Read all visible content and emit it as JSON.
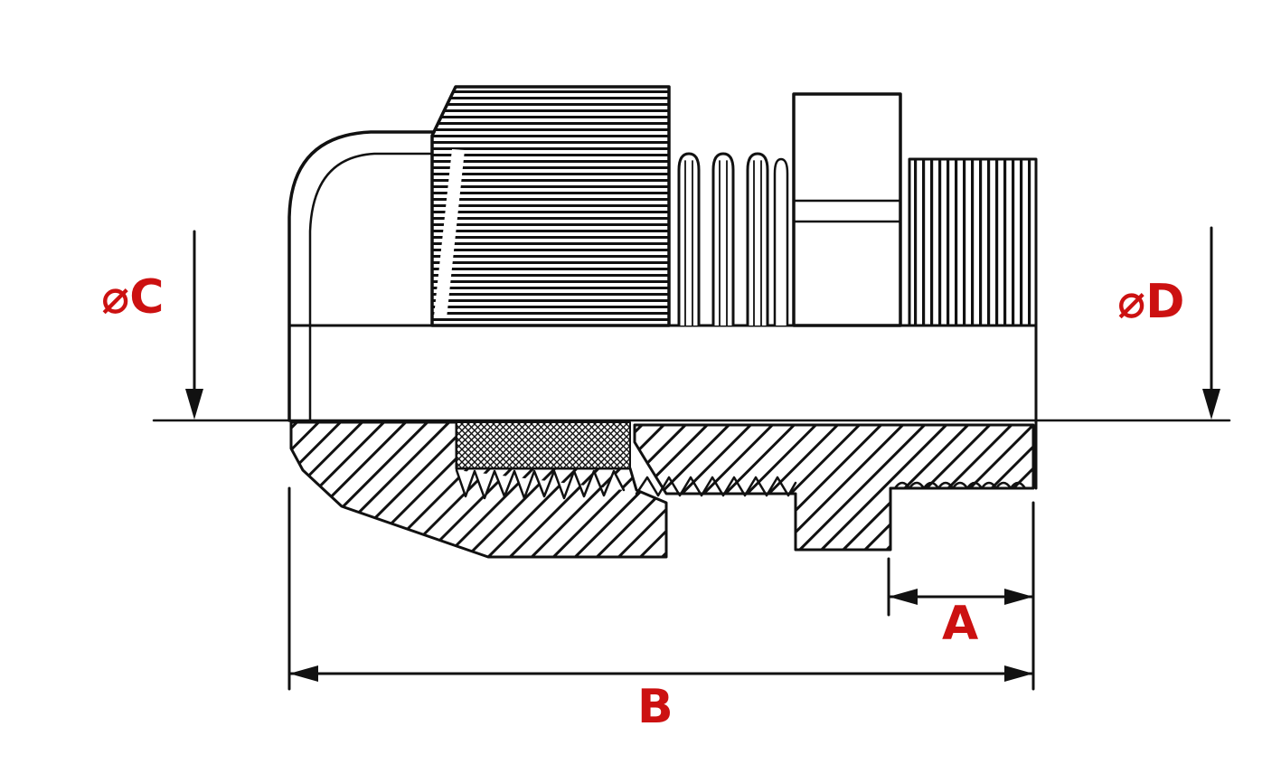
{
  "page": {
    "background": "#ffffff"
  },
  "diagram": {
    "type": "technical-drawing",
    "subject": "Cable gland fitting half-section drawing with dimension callouts",
    "line_color": "#111111",
    "label_color": "#cc1111",
    "labels": {
      "diameter_c": "⌀C",
      "diameter_d": "⌀D",
      "length_a": "A",
      "length_b": "B"
    }
  }
}
